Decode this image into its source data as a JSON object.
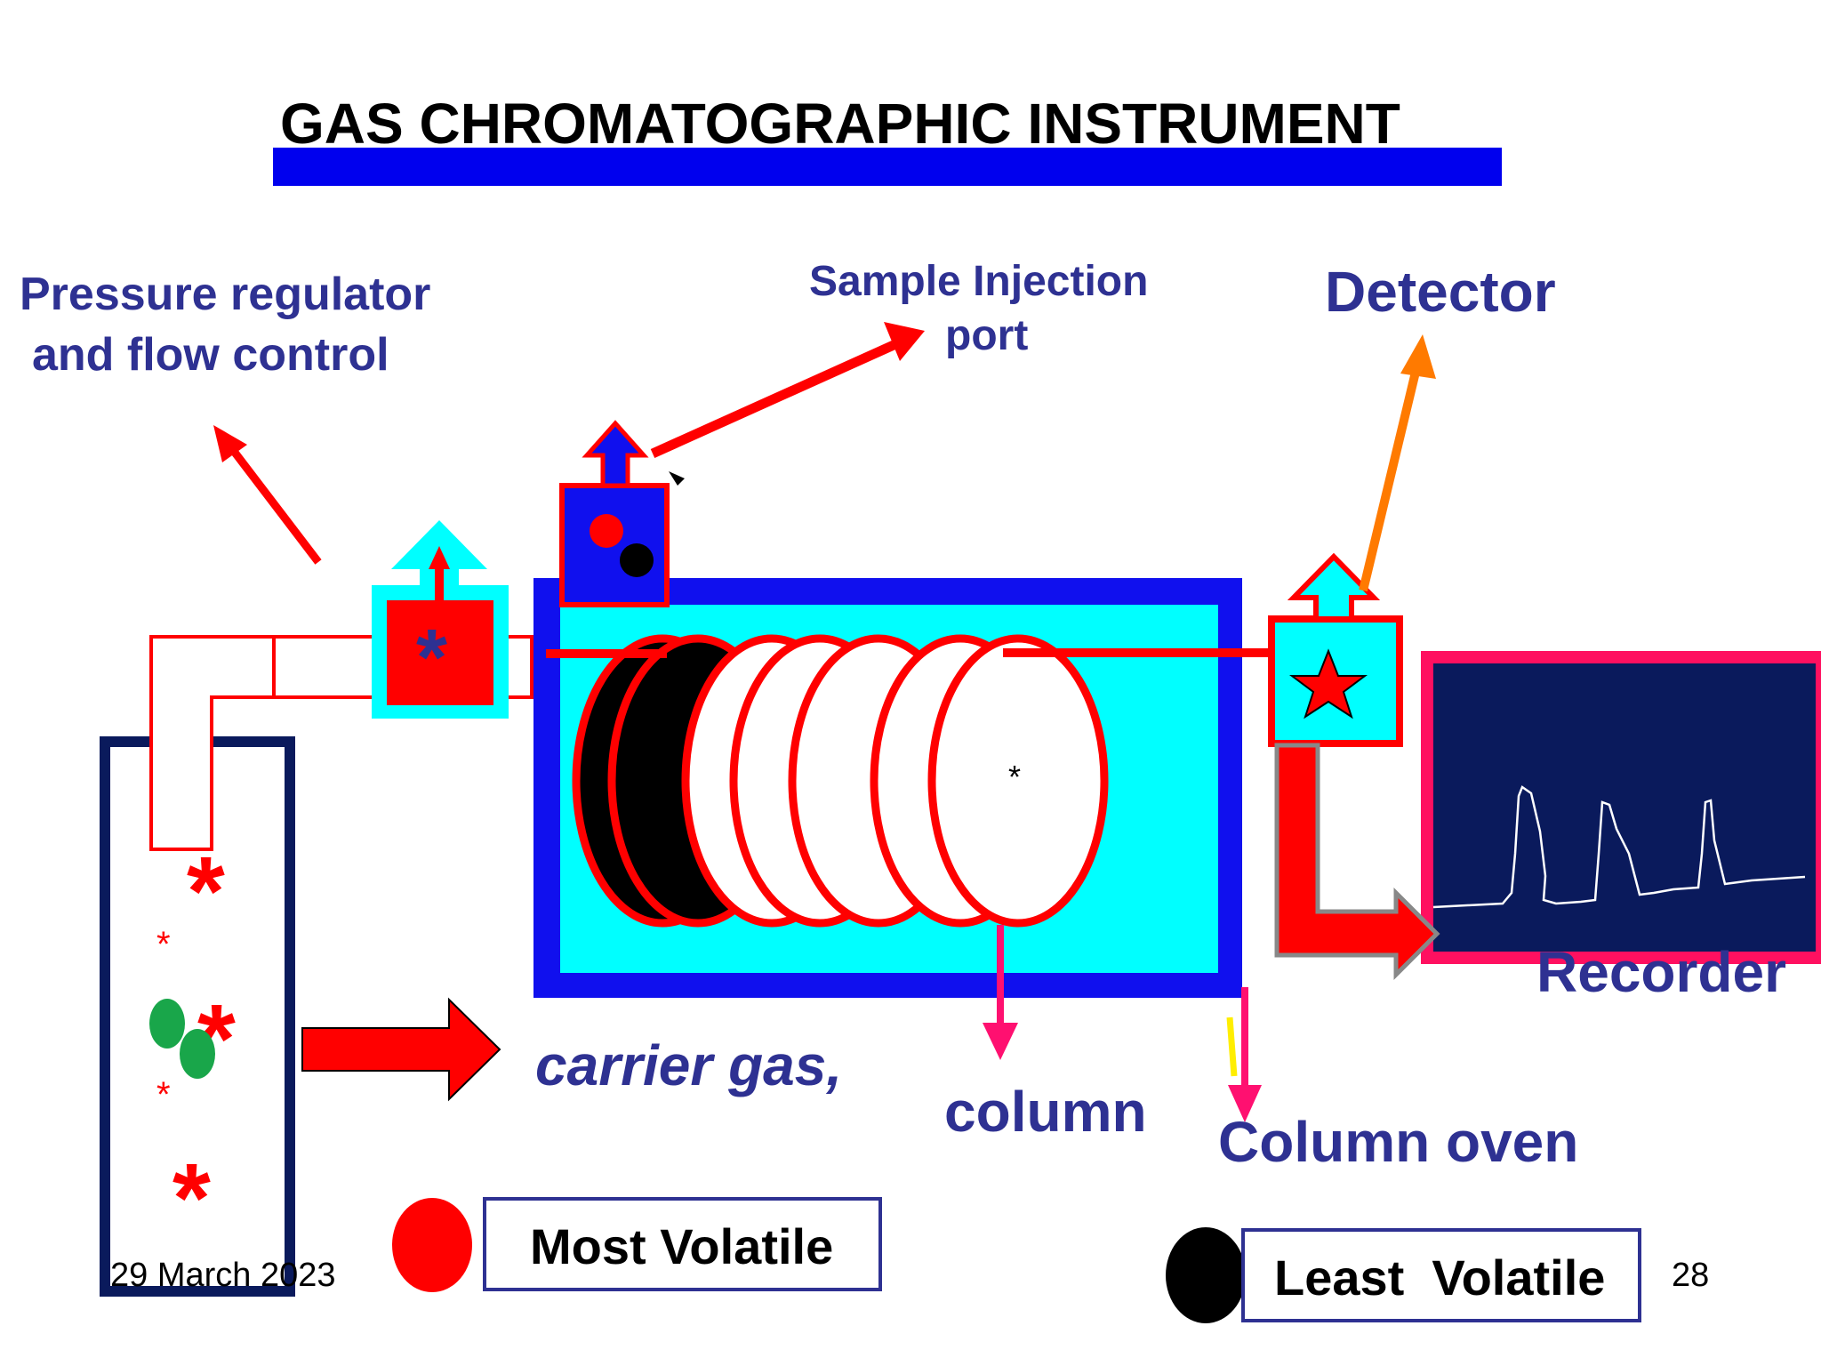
{
  "title": "GAS CHROMATOGRAPHIC INSTRUMENT",
  "labels": {
    "pressure_line1": "Pressure regulator",
    "pressure_line2": "and flow control",
    "injection_line1": "Sample Injection",
    "injection_line2": "port",
    "detector": "Detector",
    "recorder": "Recorder",
    "carrier_gas": "carrier gas,",
    "column": "column",
    "column_oven": "Column oven"
  },
  "legend": {
    "most_volatile": "Most Volatile",
    "least_volatile": "Least  Volatile"
  },
  "footer": {
    "date": "29 March 2023",
    "page_number": "28"
  },
  "colors": {
    "title_bar": "#0000ee",
    "label_text": "#2e3192",
    "arrow_red": "#ff0000",
    "oven_frame": "#1010ee",
    "oven_fill": "#00ffff",
    "recorder_screen": "#0a1a5c",
    "recorder_frame": "#ff1060",
    "detector_arrow": "#ff7a00",
    "most_volatile_dot": "#ff0000",
    "least_volatile_dot": "#000000",
    "gas_particles": "#19a64a"
  }
}
